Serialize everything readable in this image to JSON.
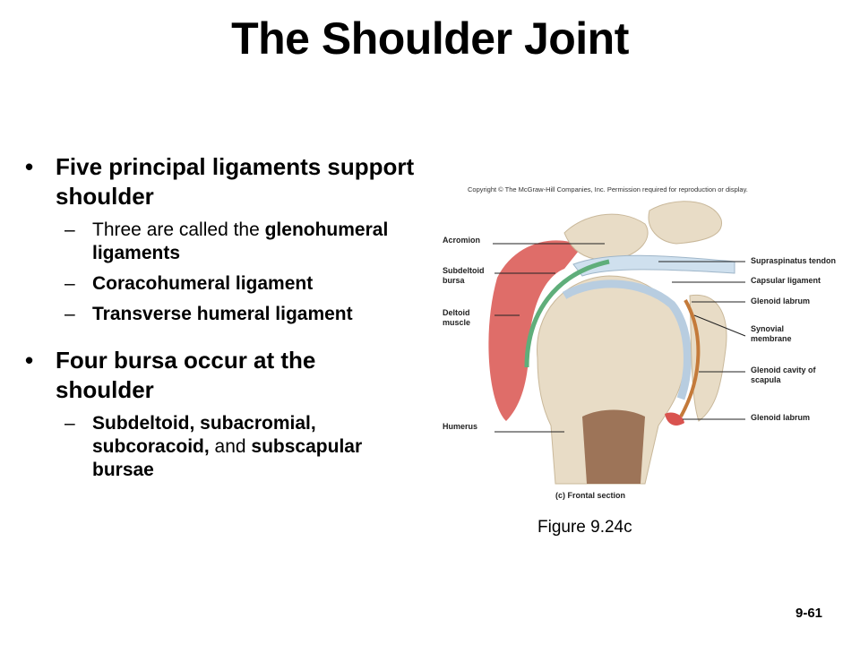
{
  "slide": {
    "title": "The Shoulder Joint",
    "slide_number": "9-61",
    "figure_caption": "Figure 9.24c"
  },
  "bullets": [
    {
      "text": "Five principal ligaments support shoulder",
      "subs": [
        {
          "prefix": "Three are called the ",
          "bold": "glenohumeral ligaments",
          "suffix": ""
        },
        {
          "prefix": "",
          "bold": "Coracohumeral ligament",
          "suffix": ""
        },
        {
          "prefix": "",
          "bold": "Transverse humeral ligament",
          "suffix": ""
        }
      ]
    },
    {
      "text": "Four bursa occur at the shoulder",
      "subs": [
        {
          "prefix": "",
          "bold": "Subdeltoid, subacromial, subcoracoid,",
          "suffix": " and "
        },
        {
          "prefix": "",
          "bold": "subscapular bursae",
          "suffix": ""
        }
      ]
    }
  ],
  "figure": {
    "copyright": "Copyright © The McGraw-Hill Companies, Inc. Permission required for reproduction or display.",
    "section_caption": "(c) Frontal section",
    "labels_left": [
      "Acromion",
      "Subdeltoid bursa",
      "Deltoid muscle",
      "Humerus"
    ],
    "labels_right": [
      "Supraspinatus tendon",
      "Capsular ligament",
      "Glenoid labrum",
      "Synovial membrane",
      "Glenoid cavity of scapula",
      "Glenoid labrum"
    ]
  },
  "colors": {
    "muscle": "#d9534f",
    "bone": "#e8dcc6",
    "cartilage": "#b8cde0",
    "bursa": "#5fae7a",
    "tendon": "#cfe0ee"
  }
}
